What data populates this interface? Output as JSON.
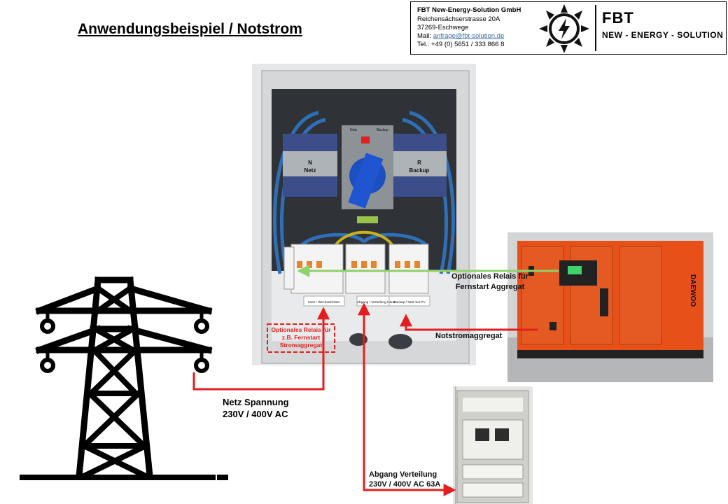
{
  "title": "Anwendungsbeispiel / Notstrom",
  "company": {
    "name": "FBT New-Energy-Solution GmbH",
    "street": "Reichensächserstrasse 20A",
    "city": "37269-Eschwege",
    "mail_prefix": "Mail: ",
    "mail": "anfrage@fbt-solution.de",
    "tel": "Tel.: +49 (0) 5651 / 333 866 8",
    "logo_name": "FBT",
    "logo_tagline": "NEW - ENERGY - SOLUTION"
  },
  "switch_panel": {
    "left_label_1": "N",
    "left_label_2": "Netz",
    "right_label_1": "R",
    "right_label_2": "Backup",
    "handle_top_left": "Netz",
    "handle_top_right": "Backup",
    "strip_1": "Netz / Wechselrichter",
    "strip_2": "Abgang / Verteilung Haus",
    "strip_3": "Backup / Netz bei PV",
    "optional_relay_note": "Optionales Relais für z.B. Fernstart Stromaggregat"
  },
  "labels": {
    "relay_line1": "Optionales Relais für",
    "relay_line2": "Fernstart Aggregat",
    "generator": "Notstromaggregat",
    "grid_line1": "Netz Spannung",
    "grid_line2": "230V / 400V AC",
    "dist_line1": "Abgang Verteilung",
    "dist_line2": "230V / 400V AC 63A"
  },
  "generator": {
    "brand": "DAEWOO",
    "body_color": "#e8501a"
  },
  "colors": {
    "wire_red": "#e41e1e",
    "wire_green": "#8fd16a",
    "cabinet": "#d9dbdc"
  },
  "icons": [
    "sun-logo-icon",
    "power-tower-icon"
  ]
}
